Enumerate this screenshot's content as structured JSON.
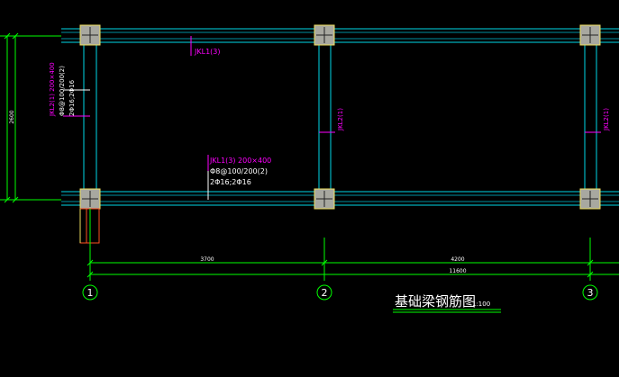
{
  "drawing": {
    "title": "基础梁钢筋图",
    "scale": "1:100"
  },
  "beams": {
    "top_beam_label": "JKL1(3)",
    "bottom_beam": {
      "name": "JKL1(3) 200×400",
      "stirrups": "Φ8@100/200(2)",
      "bars": "2Φ16;2Φ16"
    },
    "left_beam": {
      "name": "JKL2(1) 200×400",
      "stirrups": "Φ8@100/200(2)",
      "bars": "2Φ16;2Φ16"
    },
    "mid_beam_label": "JKL2(1)",
    "right_beam_label": "JKL2(1)"
  },
  "dimensions": {
    "span_1": "3700",
    "span_2": "4200",
    "total": "11600",
    "vertical": "2600"
  },
  "axes": [
    "1",
    "2",
    "3"
  ],
  "colors": {
    "background": "#000000",
    "beam_line": "#00d8e8",
    "dimension": "#00ff00",
    "annotation": "#ff00ff",
    "column_fill": "#a8a8a0",
    "text": "#ffffff",
    "rebar_detail": "#ff5020"
  }
}
